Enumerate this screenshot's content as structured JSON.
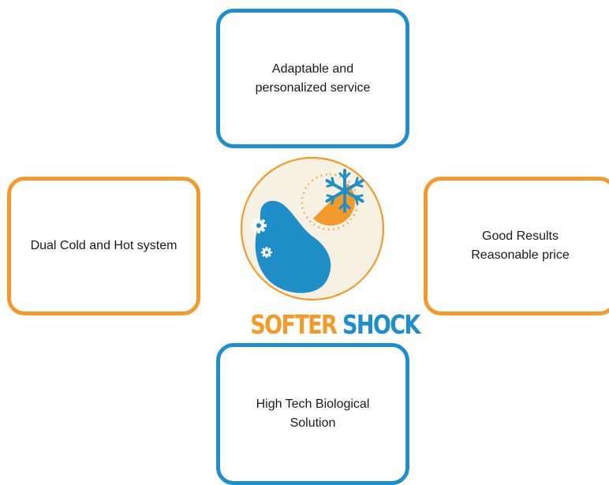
{
  "colors": {
    "blue": "#1f8ec9",
    "orange": "#f39a2c",
    "cream": "#f7f1e4"
  },
  "boxes": {
    "top": [
      "Adaptable and",
      "personalized service"
    ],
    "left": [
      "Dual Cold and Hot system"
    ],
    "right": [
      "Good Results",
      "Reasonable price"
    ],
    "bottom": [
      "High Tech Biological",
      "Solution"
    ]
  },
  "brand": {
    "word1": "SOFTER",
    "word2": "SHOCK"
  },
  "icons": [
    "sun-icon",
    "snowflake-icon",
    "gear-icon"
  ]
}
